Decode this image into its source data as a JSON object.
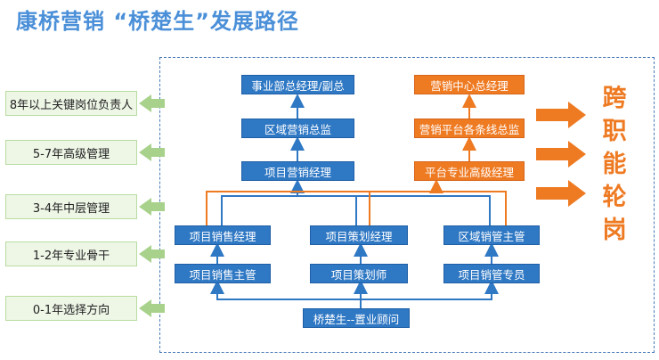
{
  "title": "康桥营销 “桥楚生”发展路径",
  "levels": [
    {
      "label": "8年以上关键岗位负责人"
    },
    {
      "label": "5-7年高级管理"
    },
    {
      "label": "3-4年中层管理"
    },
    {
      "label": "1-2年专业骨干"
    },
    {
      "label": "0-1年选择方向"
    }
  ],
  "blue_chain": {
    "top": "事业部总经理/副总",
    "director": "区域营销总监",
    "pm": "项目营销经理"
  },
  "orange_chain": {
    "top": "营销中心总经理",
    "director": "营销平台各条线总监",
    "senior": "平台专业高级经理"
  },
  "mid_row": [
    "项目销售经理",
    "项目策划经理",
    "区域销管主管"
  ],
  "low_row": [
    "项目销售主管",
    "项目策划师",
    "项目销管专员"
  ],
  "base": "桥楚生--置业顾问",
  "cross_label": "跨职能轮岗",
  "colors": {
    "blue": "#2f78c4",
    "orange": "#ee7a22",
    "green": "#a8d28c",
    "title": "#4a8fd8"
  }
}
